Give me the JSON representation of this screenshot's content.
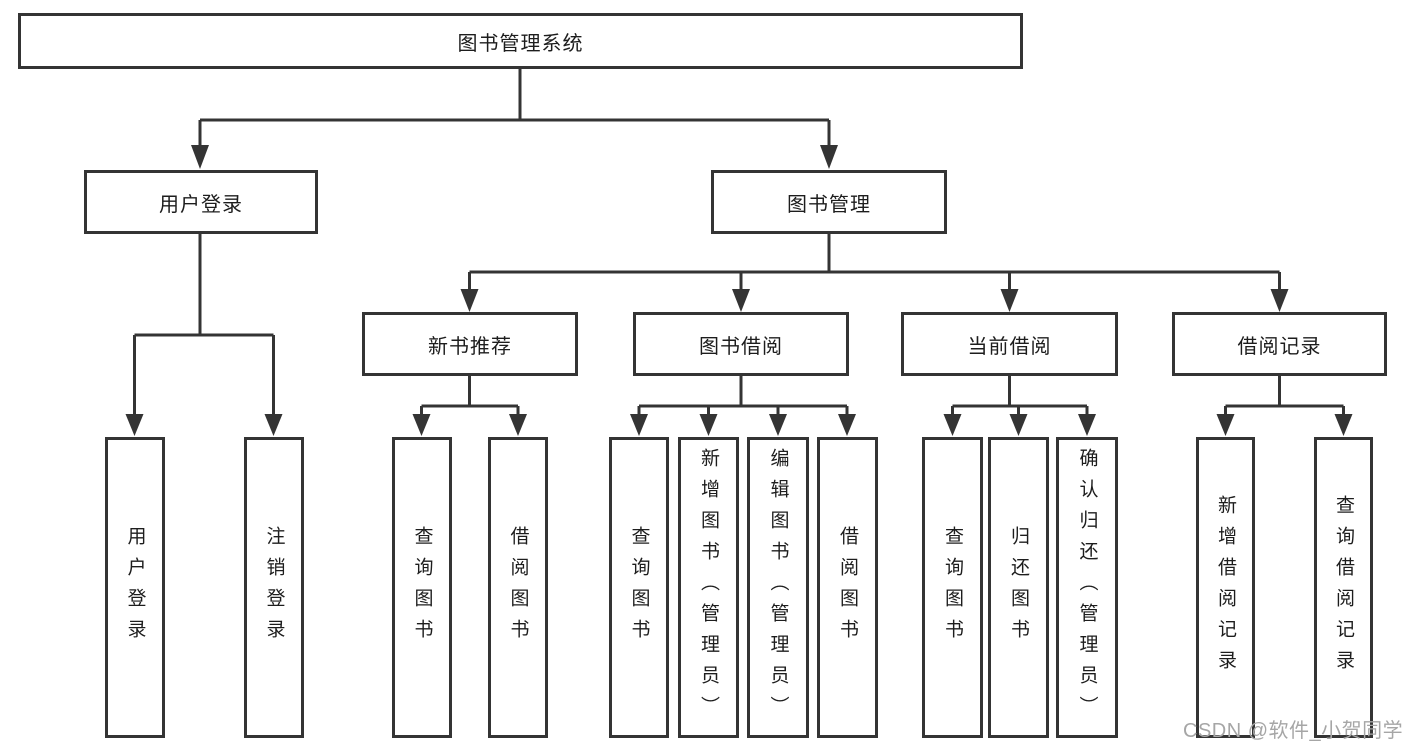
{
  "diagram_title": "图书管理系统",
  "tree": {
    "root": {
      "label": "图书管理系统",
      "children": [
        {
          "label": "用户登录",
          "children": [
            {
              "label": "用户登录"
            },
            {
              "label": "注销登录"
            }
          ]
        },
        {
          "label": "图书管理",
          "children": [
            {
              "label": "新书推荐",
              "children": [
                {
                  "label": "查询图书"
                },
                {
                  "label": "借阅图书"
                }
              ]
            },
            {
              "label": "图书借阅",
              "children": [
                {
                  "label": "查询图书"
                },
                {
                  "label": "新增图书（管理员）"
                },
                {
                  "label": "编辑图书（管理员）"
                },
                {
                  "label": "借阅图书"
                }
              ]
            },
            {
              "label": "当前借阅",
              "children": [
                {
                  "label": "查询图书"
                },
                {
                  "label": "归还图书"
                },
                {
                  "label": "确认归还（管理员）"
                }
              ]
            },
            {
              "label": "借阅记录",
              "children": [
                {
                  "label": "新增借阅记录"
                },
                {
                  "label": "查询借阅记录"
                }
              ]
            }
          ]
        }
      ]
    }
  },
  "watermark": "CSDN @软件_小贺同学",
  "colors": {
    "line": "#343434",
    "box_border": "#343434",
    "text": "#1d1d1d",
    "watermark": "#a6a6a6",
    "background": "#ffffff"
  }
}
